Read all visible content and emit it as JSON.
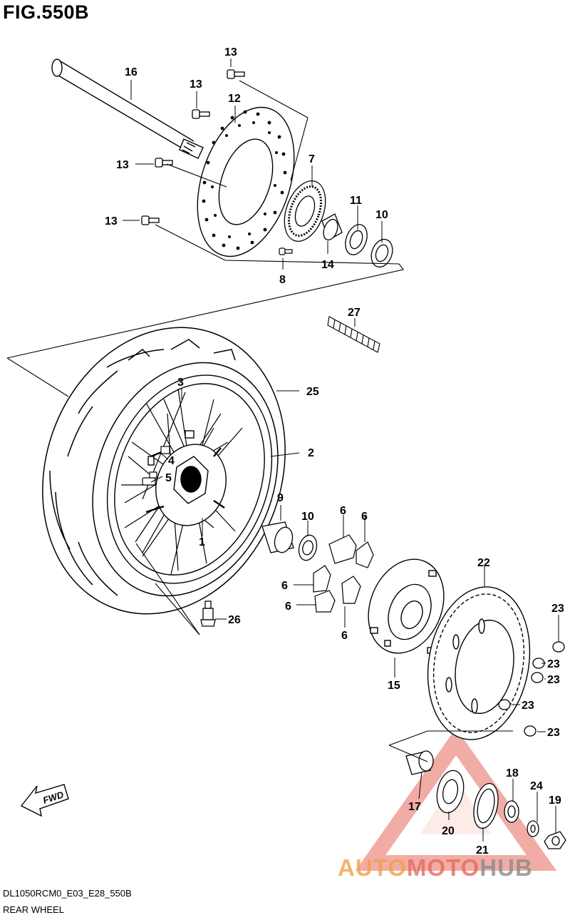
{
  "title": "FIG.550B",
  "footer": {
    "model_code": "DL1050RCM0_E03_E28_550B",
    "section_name": "REAR WHEEL"
  },
  "fwd_label": "FWD",
  "watermark": {
    "part_a": "AUTO",
    "part_b": "MOTO",
    "part_c": "HUB"
  },
  "callouts": {
    "c1": "1",
    "c2": "2",
    "c3": "3",
    "c4": "4",
    "c5": "5",
    "c6a": "6",
    "c6b": "6",
    "c6c": "6",
    "c6d": "6",
    "c6e": "6",
    "c7": "7",
    "c8": "8",
    "c9": "9",
    "c10a": "10",
    "c10b": "10",
    "c11": "11",
    "c12": "12",
    "c13a": "13",
    "c13b": "13",
    "c13c": "13",
    "c13d": "13",
    "c14": "14",
    "c15": "15",
    "c16": "16",
    "c17": "17",
    "c18": "18",
    "c19": "19",
    "c20": "20",
    "c21": "21",
    "c22": "22",
    "c23a": "23",
    "c23b": "23",
    "c23c": "23",
    "c23d": "23",
    "c23e": "23",
    "c24": "24",
    "c25": "25",
    "c26": "26",
    "c27": "27"
  }
}
